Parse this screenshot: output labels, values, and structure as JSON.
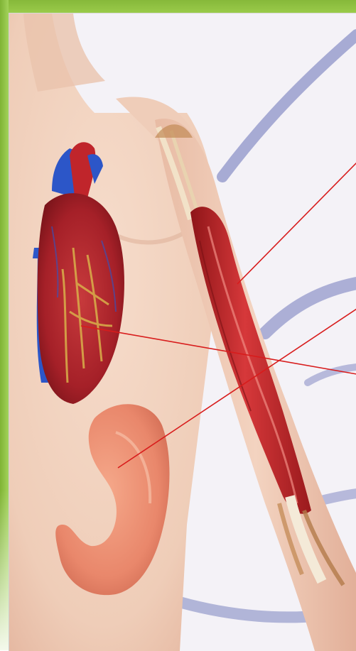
{
  "illustration": {
    "subject": "anatomy-muscle-types",
    "parts": [
      "heart",
      "stomach",
      "arm-muscle"
    ],
    "colors": {
      "skin": "#f1d0bd",
      "skin_shadow": "#e3b29a",
      "muscle": "#c7262a",
      "muscle_dark": "#8e1518",
      "heart_red": "#b8272e",
      "vessel_blue": "#2c56c8",
      "stomach": "#e9876b",
      "swoosh": "#8d93c8",
      "pointer_line": "#d81c1c",
      "green_frame": "#8cbf3f"
    }
  }
}
